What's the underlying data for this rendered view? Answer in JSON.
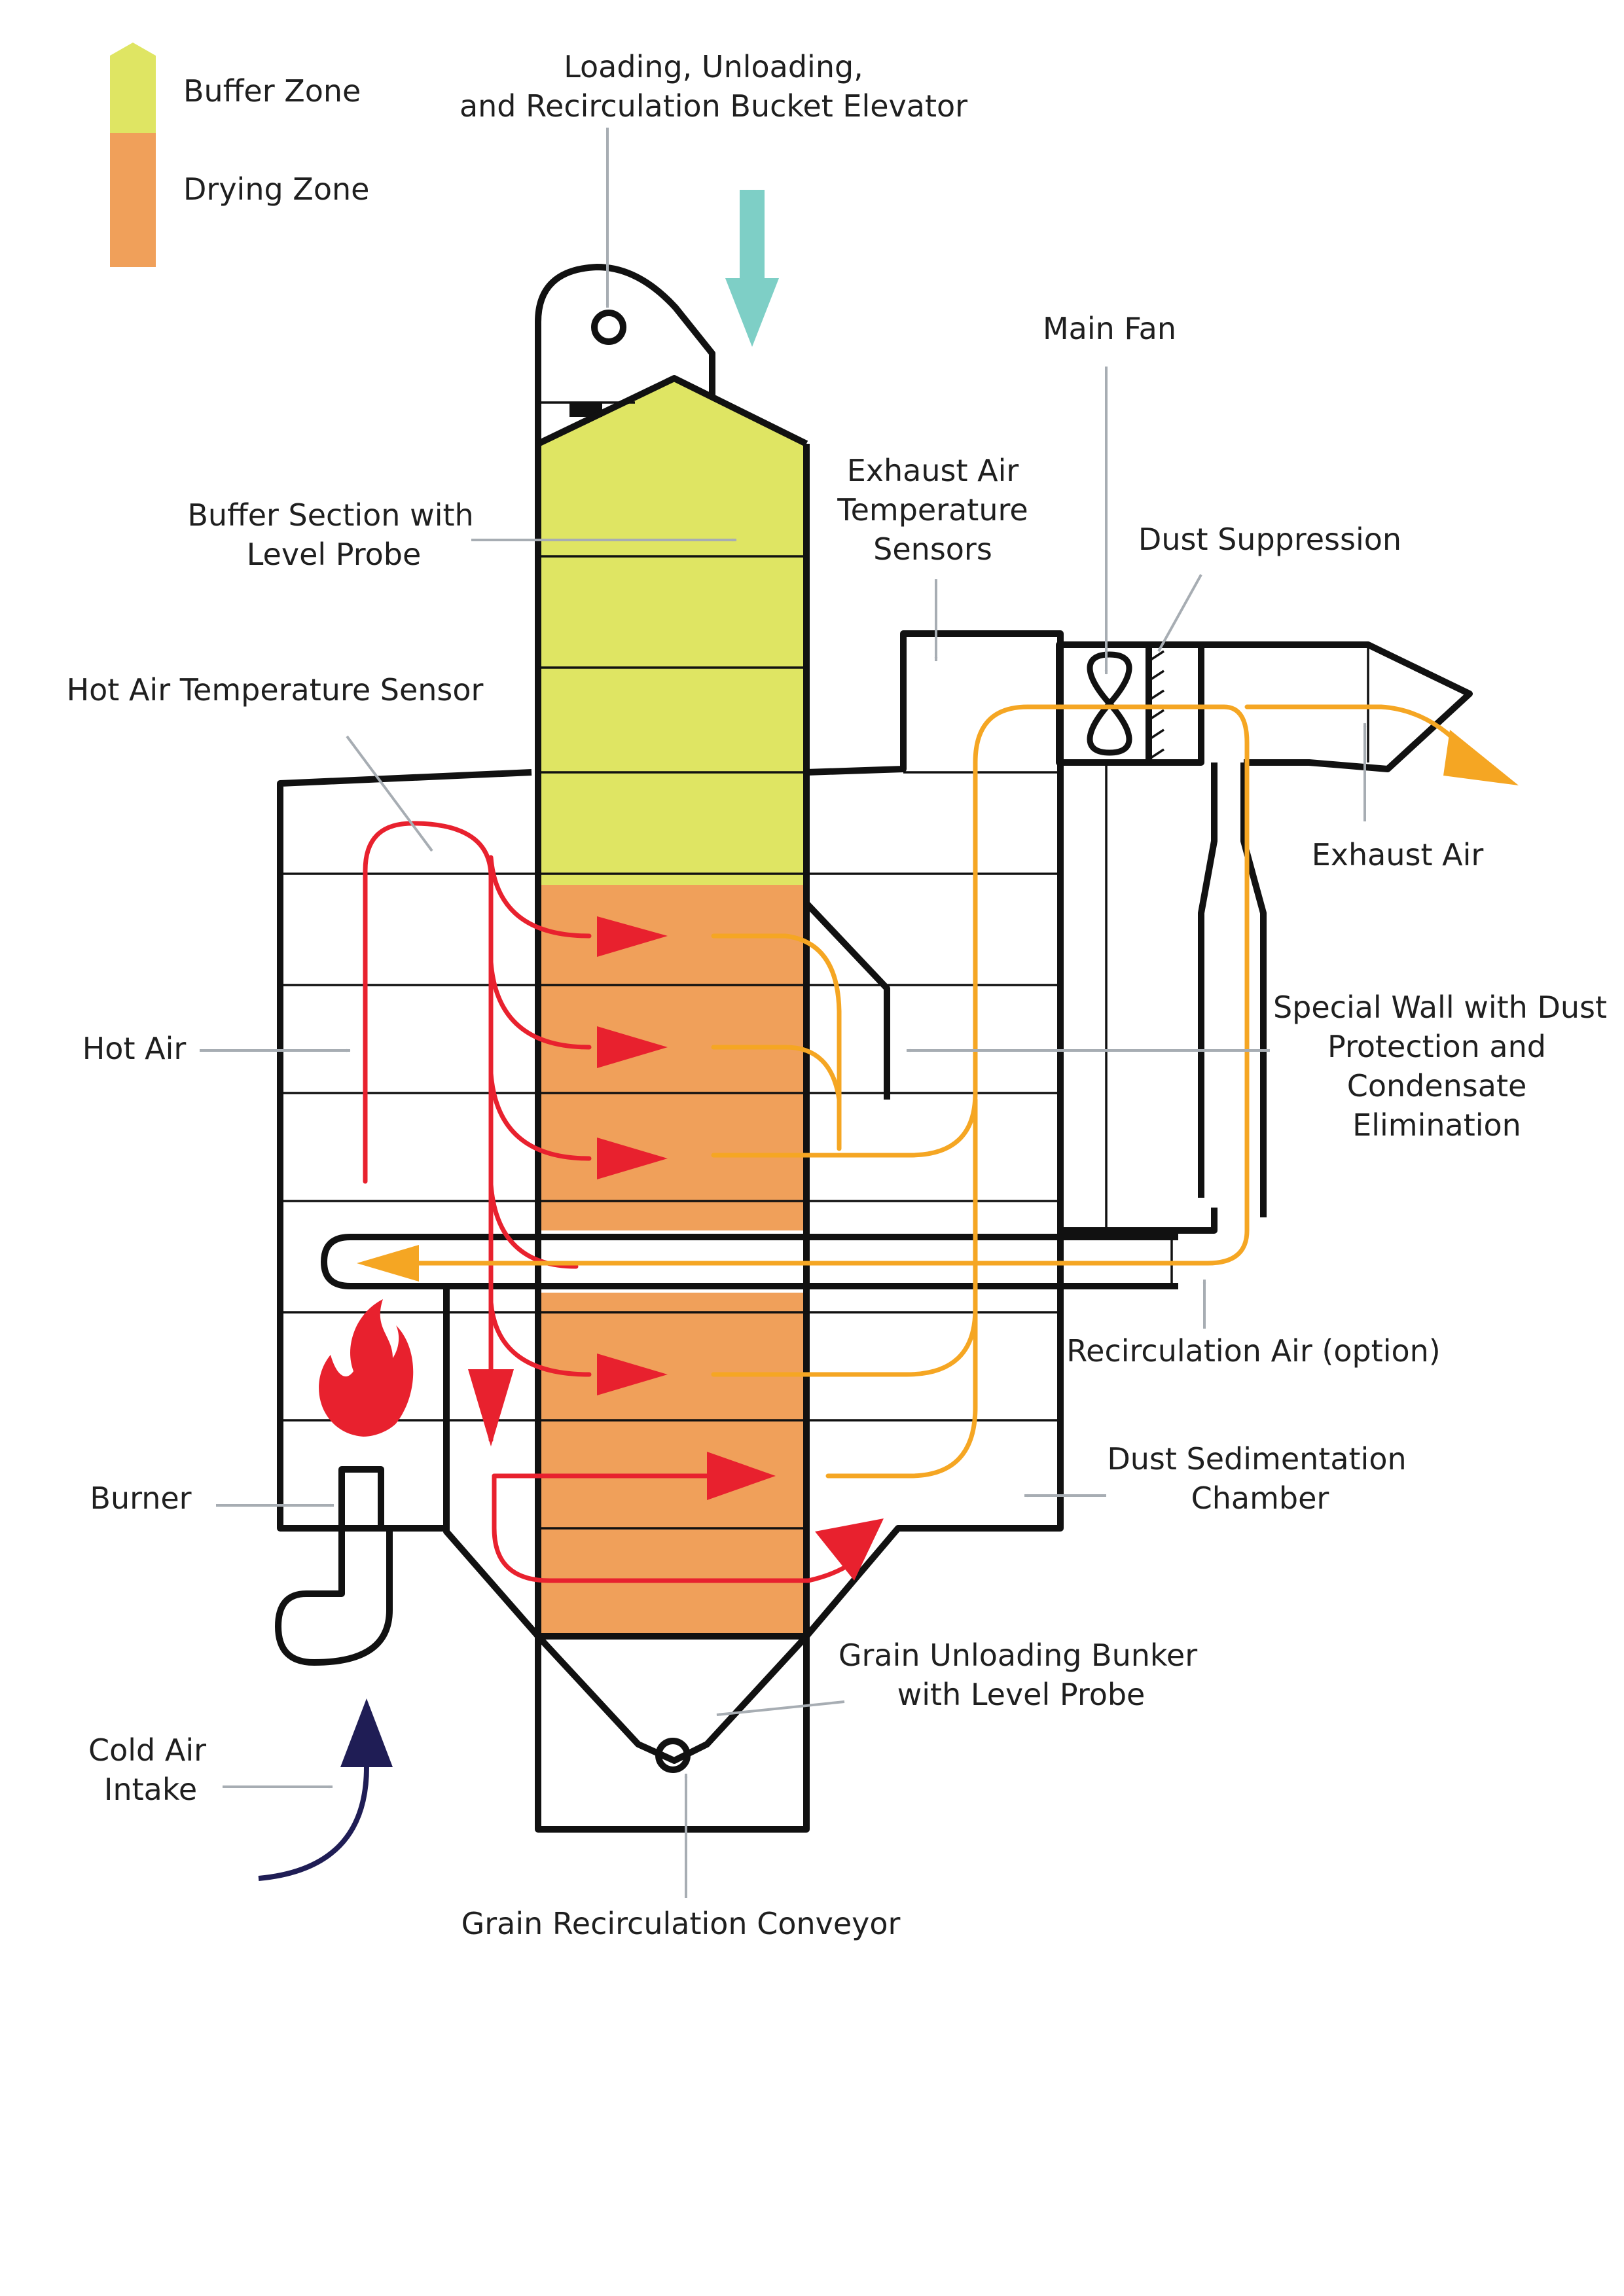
{
  "legend": {
    "buffer_zone": "Buffer Zone",
    "drying_zone": "Drying Zone"
  },
  "labels": {
    "elevator_line1": "Loading, Unloading,",
    "elevator_line2": "and Recirculation Bucket Elevator",
    "main_fan": "Main Fan",
    "exhaust_sensors_line1": "Exhaust Air",
    "exhaust_sensors_line2": "Temperature",
    "exhaust_sensors_line3": "Sensors",
    "dust_suppression": "Dust Suppression",
    "buffer_section_line1": "Buffer Section with",
    "buffer_section_line2": "Level Probe",
    "hot_air_sensor": "Hot Air Temperature Sensor",
    "exhaust_air": "Exhaust Air",
    "hot_air": "Hot Air",
    "special_wall_line1": "Special Wall with Dust",
    "special_wall_line2": "Protection and",
    "special_wall_line3": "Condensate",
    "special_wall_line4": "Elimination",
    "recirculation_air": "Recirculation Air (option)",
    "burner": "Burner",
    "dust_chamber_line1": "Dust Sedimentation",
    "dust_chamber_line2": "Chamber",
    "cold_air_line1": "Cold Air",
    "cold_air_line2": "Intake",
    "bunker_line1": "Grain Unloading Bunker",
    "bunker_line2": "with Level Probe",
    "conveyor": "Grain Recirculation Conveyor"
  },
  "colors": {
    "buffer_zone": "#dfe563",
    "drying_zone": "#f0a05a",
    "hot_air": "#e8212e",
    "exhaust_air": "#f5a623",
    "grain_inflow": "#7ecfc6",
    "cold_air": "#1f1d55",
    "outline": "#111111",
    "leader": "#a7adb3"
  }
}
